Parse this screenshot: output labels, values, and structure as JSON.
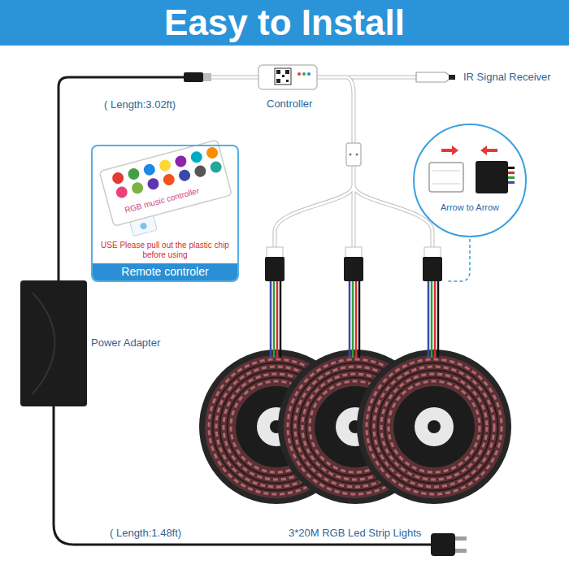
{
  "diagram": {
    "title": "Easy to Install",
    "nodes": [
      {
        "text": [
          "RGB music controller",
          "USE Please pull out the plastic chip before using",
          "Remote controler"
        ]
      },
      {
        "text": [
          "Arrow to Arrow"
        ]
      }
    ],
    "labels": [
      "( Length:3.02ft)",
      "Controller",
      "IR Signal Receiver",
      "Power Adapter",
      "( Length:1.48ft)",
      "3*20M RGB Led Strip Lights"
    ]
  }
}
